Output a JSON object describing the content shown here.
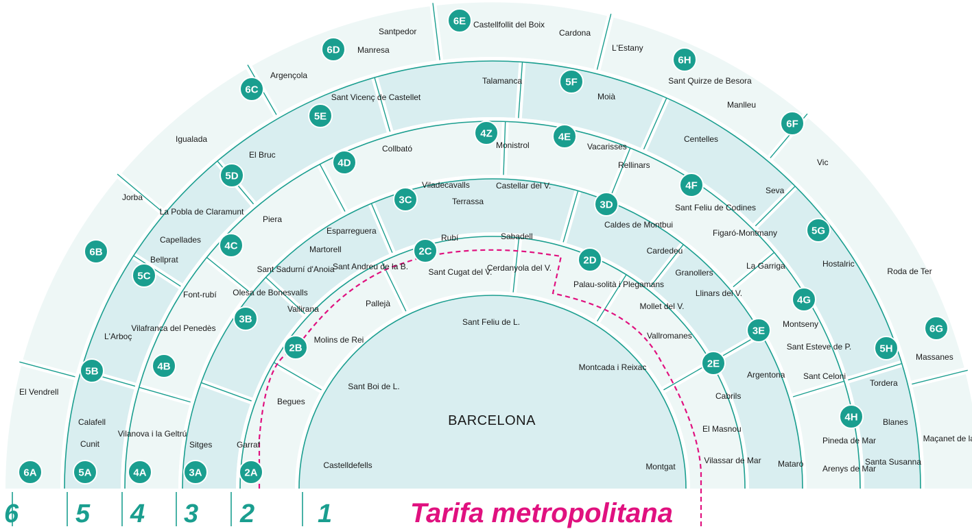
{
  "colors": {
    "teal": "#1a9e8f",
    "light_a": "#d9eef0",
    "light_b": "#eef7f6",
    "magenta": "#e0117f"
  },
  "center_label": "BARCELONA",
  "title": "Tarifa metropolitana",
  "ring_numbers": [
    "1",
    "2",
    "3",
    "4",
    "5",
    "6"
  ],
  "badges": [
    "2A",
    "2B",
    "2C",
    "2D",
    "2E",
    "3A",
    "3B",
    "3C",
    "3D",
    "3E",
    "4A",
    "4B",
    "4C",
    "4D",
    "4Z",
    "4E",
    "4F",
    "4G",
    "4H",
    "5A",
    "5B",
    "5C",
    "5D",
    "5E",
    "5F",
    "5G",
    "5H",
    "6A",
    "6B",
    "6C",
    "6D",
    "6E",
    "6H",
    "6F",
    "6G"
  ],
  "places": {
    "z1": [
      "Sant Feliu de L.",
      "Sant Boi de L.",
      "Castelldefells",
      "Montcada i Reixac",
      "Montgat"
    ],
    "z2": [
      "Garraf",
      "Begues",
      "Molins de Rei",
      "Vallirana",
      "Pallejà",
      "Sant Andreu de la B.",
      "Rubí",
      "Sabadell",
      "Sant Cugat del V.",
      "Cerdanyola del V.",
      "Palau-solità i Plegamans",
      "Mollet del V.",
      "Vallromanes",
      "Cabrils",
      "El Masnou",
      "Vilassar de Mar"
    ],
    "z3": [
      "Sitges",
      "Olesa de Bonesvalls",
      "Sant Sadurní d'Anoia",
      "Martorell",
      "Esparreguera",
      "Viladecavalls",
      "Castellar del V.",
      "Terrassa",
      "Caldes de Montbui",
      "Cardedeu",
      "Granollers",
      "Llinars del V.",
      "Argentona",
      "Mataró"
    ],
    "z4": [
      "Vilanova i la Geltrú",
      "Vilafranca del Penedès",
      "Font-rubí",
      "Piera",
      "Collbató",
      "Monistrol",
      "Vacarisses",
      "Rellinars",
      "Sant Feliu de Codines",
      "Figaró-Montmany",
      "La Garriga",
      "Montseny",
      "Sant Esteve de P.",
      "Sant Celoni",
      "Pineda de Mar",
      "Arenys de Mar"
    ],
    "z5": [
      "Calafell",
      "Cunit",
      "L'Arboç",
      "Bellprat",
      "Capellades",
      "La Pobla de Claramunt",
      "El Bruc",
      "Sant Vicenç de Castellet",
      "Talamanca",
      "Moià",
      "Centelles",
      "Seva",
      "Hostalric",
      "Tordera",
      "Blanes",
      "Santa Susanna"
    ],
    "z6": [
      "El Vendrell",
      "Jorba",
      "Igualada",
      "Argençola",
      "Manresa",
      "Santpedor",
      "Castellfollit del Boix",
      "Cardona",
      "L'Estany",
      "Sant Quirze de Besora",
      "Manlleu",
      "Vic",
      "Roda de Ter",
      "Massanes",
      "Maçanet de la Selva"
    ]
  }
}
